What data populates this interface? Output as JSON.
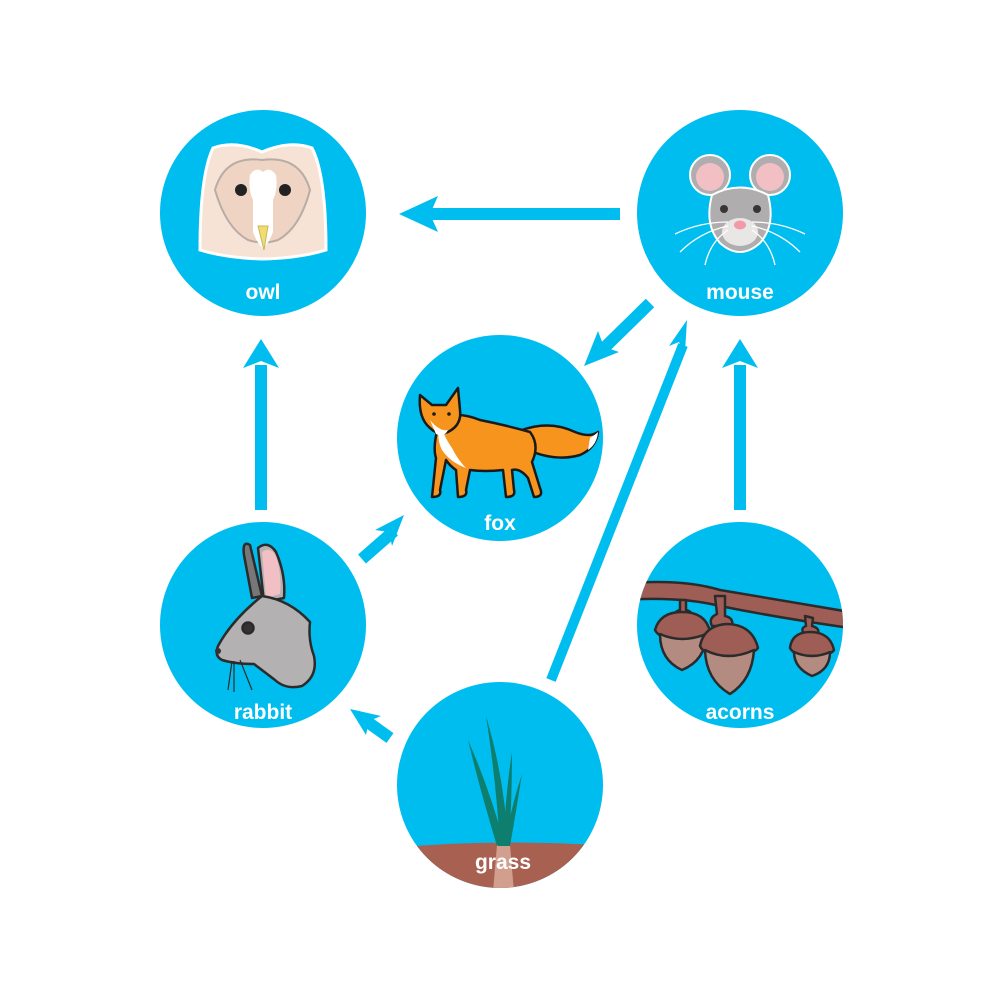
{
  "diagram": {
    "type": "food-web",
    "colors": {
      "circle": "#00BDEF",
      "arrow": "#00BDEF",
      "label": "#FFFFFF",
      "background": "#FFFFFF",
      "soil": "#A86050",
      "grass": "#0E7F6E",
      "branch": "#9E5E55",
      "acorn": "#B48B80",
      "fox": "#F7941D",
      "mouse": "#B0ADAE",
      "rabbit": "#B3B1B2",
      "owl_face": "#F7E3D6"
    },
    "nodes": [
      {
        "id": "owl",
        "label": "owl",
        "icon": "owl-face-icon"
      },
      {
        "id": "mouse",
        "label": "mouse",
        "icon": "mouse-face-icon"
      },
      {
        "id": "fox",
        "label": "fox",
        "icon": "fox-icon"
      },
      {
        "id": "rabbit",
        "label": "rabbit",
        "icon": "rabbit-head-icon"
      },
      {
        "id": "acorns",
        "label": "acorns",
        "icon": "acorns-icon"
      },
      {
        "id": "grass",
        "label": "grass",
        "icon": "grass-icon"
      }
    ],
    "edges": [
      {
        "from": "mouse",
        "to": "owl"
      },
      {
        "from": "mouse",
        "to": "fox"
      },
      {
        "from": "rabbit",
        "to": "owl"
      },
      {
        "from": "rabbit",
        "to": "fox"
      },
      {
        "from": "grass",
        "to": "rabbit"
      },
      {
        "from": "grass",
        "to": "mouse"
      },
      {
        "from": "acorns",
        "to": "mouse"
      }
    ]
  }
}
